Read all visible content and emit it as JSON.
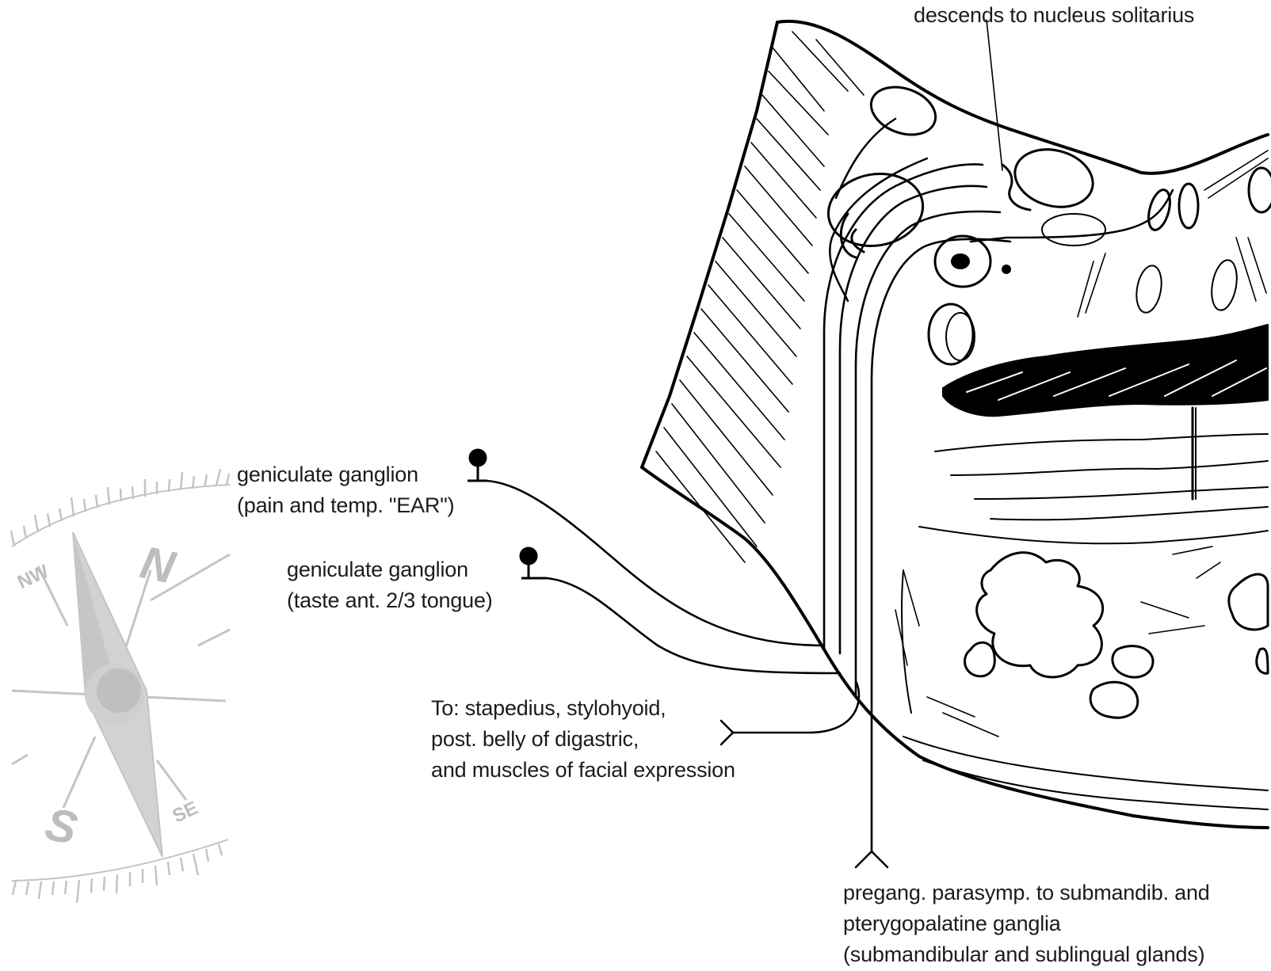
{
  "labels": {
    "top": "descends to nucleus solitarius",
    "gang1": {
      "line1": "geniculate ganglion",
      "line2": "(pain and temp. \"EAR\")"
    },
    "gang2": {
      "line1": "geniculate ganglion",
      "line2": "(taste ant. 2/3 tongue)"
    },
    "motor": {
      "line1": "To: stapedius, stylohyoid,",
      "line2": "post. belly of digastric,",
      "line3": "and muscles of facial expression"
    },
    "pregang": {
      "line1": "pregang. parasymp. to submandib. and",
      "line2": "pterygopalatine ganglia",
      "line3": "(submandibular and sublingual glands)"
    }
  },
  "compass": {
    "north": "N",
    "south": "S",
    "northwest": "NW",
    "southeast": "SE"
  },
  "colors": {
    "ink": "#000000",
    "compass": "#b8b8b8"
  }
}
